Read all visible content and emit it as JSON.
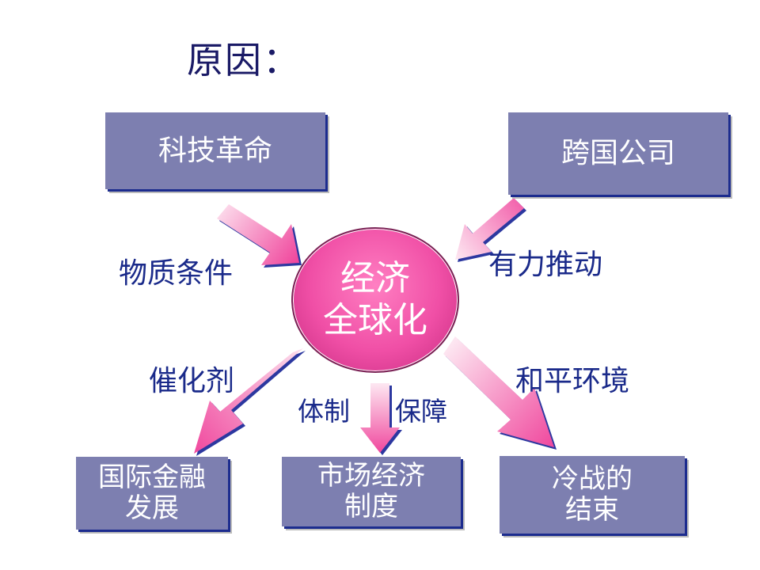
{
  "title": "原因：",
  "center": {
    "line1": "经济",
    "line2": "全球化"
  },
  "boxes": {
    "tech_revolution": "科技革命",
    "multinational": "跨国公司",
    "finance": {
      "line1": "国际金融",
      "line2": "发展"
    },
    "market": {
      "line1": "市场经济",
      "line2": "制度"
    },
    "cold_war": {
      "line1": "冷战的",
      "line2": "结束"
    }
  },
  "labels": {
    "material": "物质条件",
    "push": "有力推动",
    "catalyst": "催化剂",
    "system": "体制",
    "guarantee": "保障",
    "peace": "和平环境"
  },
  "colors": {
    "box_fill": "#7d7fb0",
    "label_text": "#1a2a8a",
    "arrow_pink": "#f25aa8",
    "arrow_light": "#fde6f1",
    "center_fill": "#f04fa6"
  }
}
